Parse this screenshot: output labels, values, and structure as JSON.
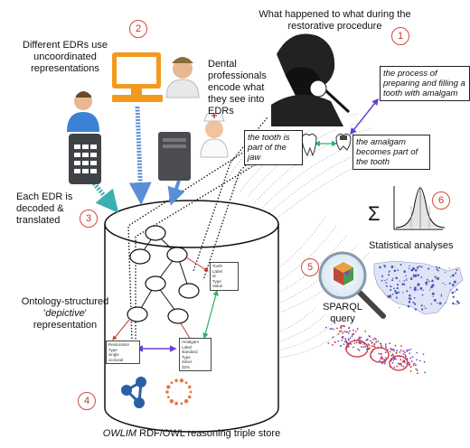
{
  "labels": {
    "step_numbers": [
      "1",
      "2",
      "3",
      "4",
      "5",
      "6"
    ],
    "procedure_title": "What happened to what during the restorative procedure",
    "different_edrs": "Different EDRs use uncoordinated representations",
    "dental_professionals": "Dental professionals encode what they see into EDRs",
    "process_box": "the process of preparing and filling a tooth with amalgam",
    "tooth_box": "the tooth is part of the jaw",
    "amalgam_box": "the amalgam becomes part of the tooth",
    "edr_decoded": "Each EDR is decoded & translated",
    "sigma": "Σ",
    "statistical": "Statistical analyses",
    "sparql": "SPARQL query",
    "ontology_pre": "Ontology-structured '",
    "ontology_em": "depictive",
    "ontology_post": "' representation",
    "store_em": "OWLIM",
    "store_rest": " RDF/OWL reasoning triple store"
  },
  "mini_cards": {
    "top_right": [
      "Tooth",
      "Label",
      "id",
      "Type",
      "Value"
    ],
    "bottom_left": [
      "Restoration",
      "Type",
      "single",
      "occlusal"
    ],
    "bottom_right": [
      "Amalgam",
      "Label",
      "standard",
      "Type",
      "Silver",
      "32%"
    ]
  },
  "colors": {
    "badge": "#d24a3a",
    "monitor": "#f39a1e",
    "arrow_blue": "#5a8fd6",
    "arrow_teal": "#3ab0b0",
    "link_green": "#2fb36a",
    "link_purple": "#6a3fd0",
    "link_red": "#c0392b",
    "scatter_purple": "#6a4cc7",
    "scatter_red": "#d03030",
    "map_blue": "#4a56b8"
  }
}
